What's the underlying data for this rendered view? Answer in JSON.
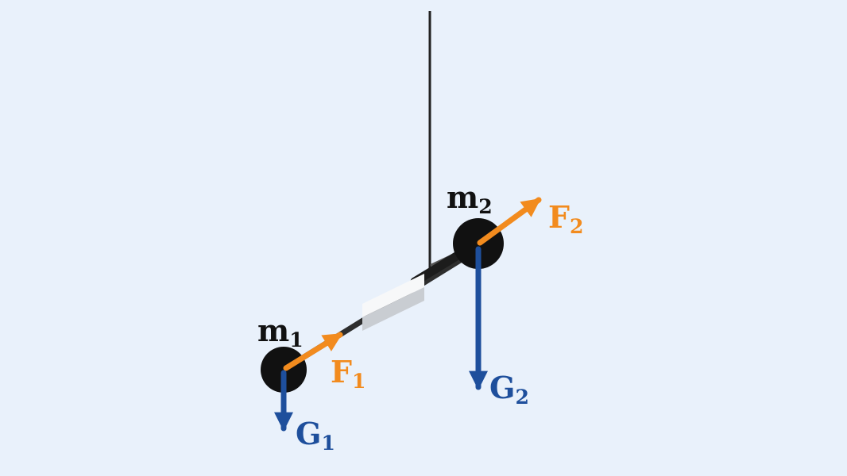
{
  "figure": {
    "description": "torsion-balance-free-body-diagram"
  },
  "labels": {
    "m1": {
      "base": "m",
      "sub": "1"
    },
    "m2": {
      "base": "m",
      "sub": "2"
    },
    "F1": {
      "base": "F",
      "sub": "1"
    },
    "F2": {
      "base": "F",
      "sub": "2"
    },
    "G1": {
      "base": "G",
      "sub": "1"
    },
    "G2": {
      "base": "G",
      "sub": "2"
    }
  },
  "colors": {
    "background": "#e9f1fb",
    "force": "#f28b1e",
    "gravity": "#1e4f9c",
    "mass": "#111111",
    "rod": "#2e2e2e",
    "wire": "#222222",
    "mirror-light": "#f7f8f9",
    "mirror-dark": "#c9cdd2"
  }
}
